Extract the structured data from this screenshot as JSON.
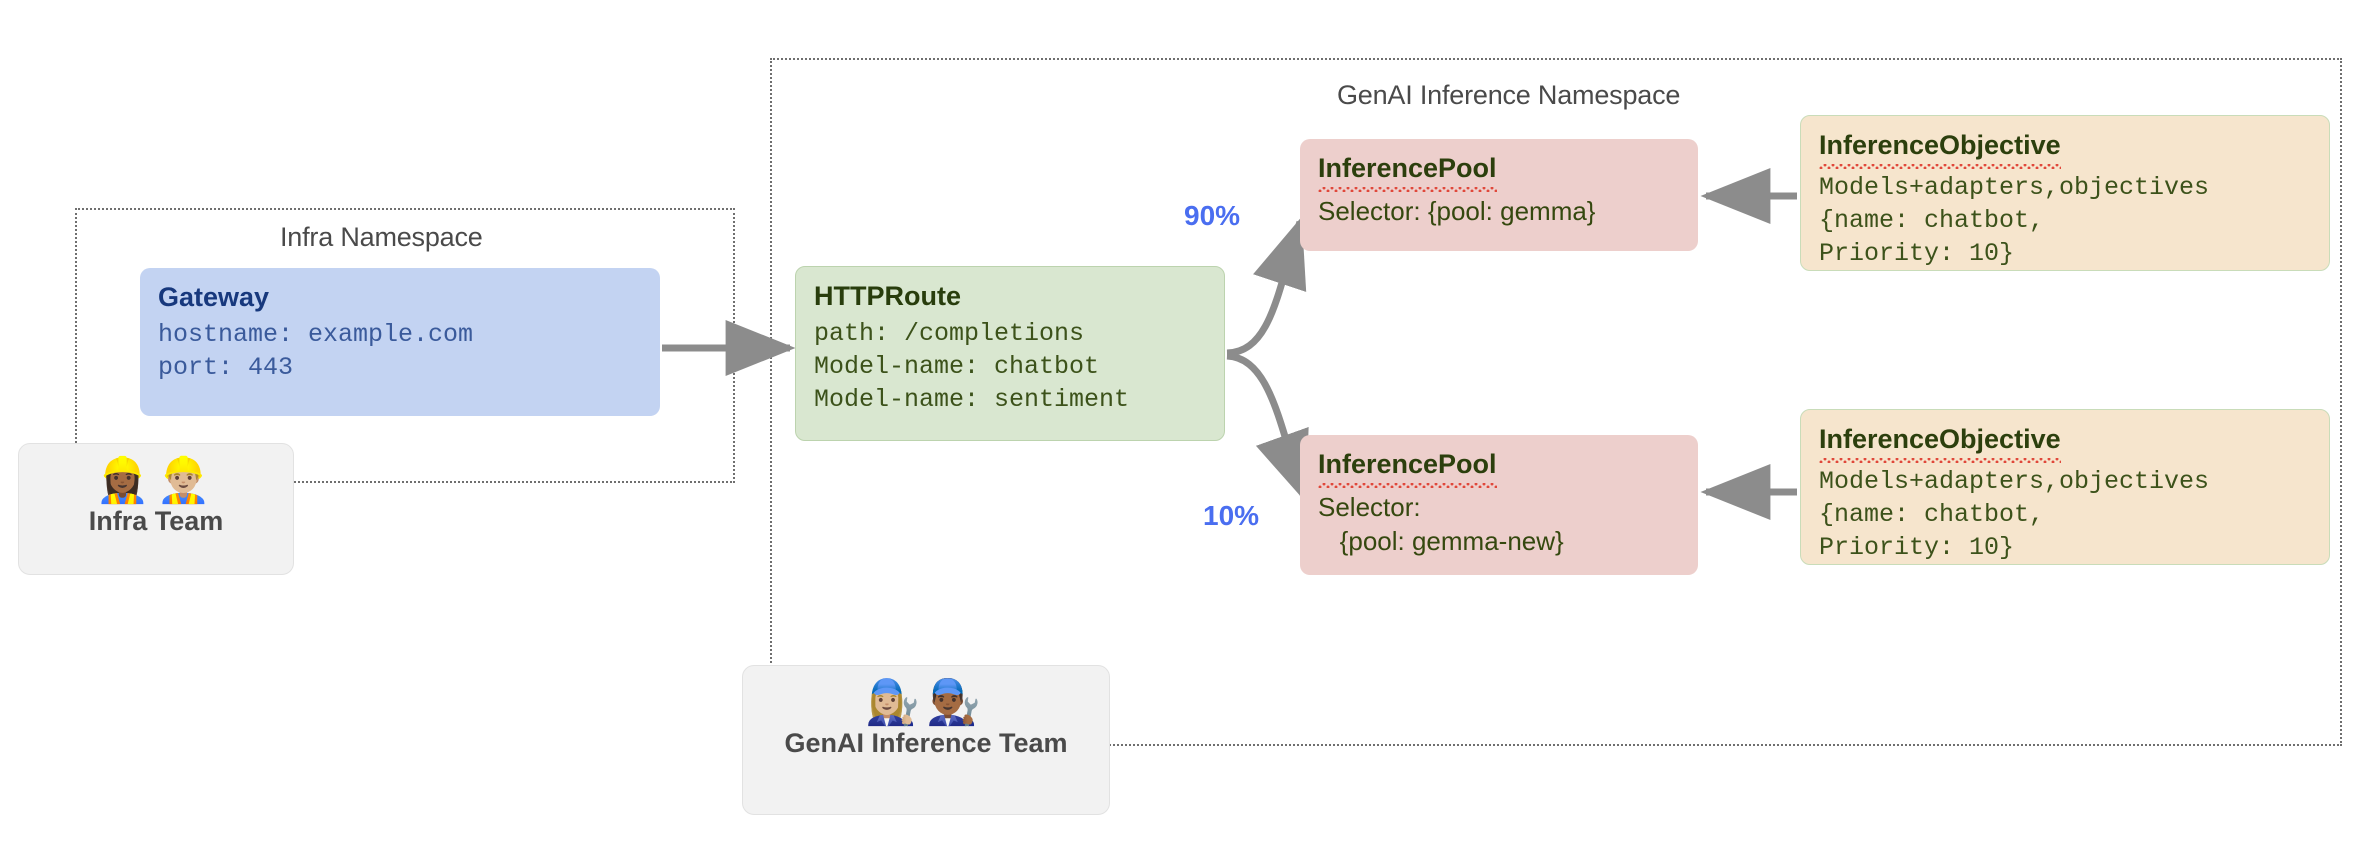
{
  "namespaces": [
    {
      "id": "infra",
      "title": "Infra Namespace"
    },
    {
      "id": "genai",
      "title": "GenAI Inference Namespace"
    }
  ],
  "gateway": {
    "title": "Gateway",
    "body": "hostname: example.com\nport: 443"
  },
  "httproute": {
    "title": "HTTPRoute",
    "body": "path: /completions\nModel-name: chatbot\nModel-name: sentiment"
  },
  "pools": [
    {
      "title": "InferencePool",
      "body": "Selector: {pool: gemma}"
    },
    {
      "title": "InferencePool",
      "body": "Selector:\n   {pool: gemma-new}"
    }
  ],
  "objectives": [
    {
      "title": "InferenceObjective",
      "body": "Models+adapters,objectives\n{name: chatbot,\nPriority: 10}"
    },
    {
      "title": "InferenceObjective",
      "body": "Models+adapters,objectives\n{name: chatbot,\nPriority: 10}"
    }
  ],
  "teams": [
    {
      "label": "Infra Team",
      "emoji": "👷🏾‍♀️👷🏼‍♂️"
    },
    {
      "label": "GenAI Inference Team",
      "emoji": "👩🏼‍🔧👨🏾‍🔧"
    }
  ],
  "traffic_split": [
    {
      "label": "90%",
      "target": "InferencePool gemma"
    },
    {
      "label": "10%",
      "target": "InferencePool gemma-new"
    }
  ],
  "colors": {
    "gateway_fill": "#c3d3f2",
    "httproute_fill": "#d9e7d0",
    "pool_fill": "#edcfcc",
    "objective_fill": "#f6e5cd",
    "team_fill": "#f2f2f2",
    "arrow": "#8c8c8c",
    "percent_text": "#4a6ef0",
    "namespace_border": "#6f6f6f"
  }
}
